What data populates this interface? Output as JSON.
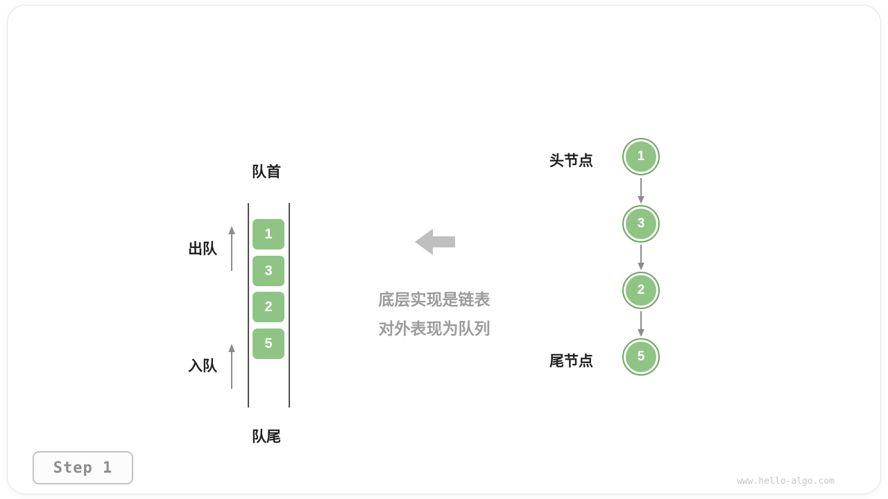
{
  "page": {
    "step_label": "Step 1",
    "watermark": "www.hello-algo.com"
  },
  "queue": {
    "front_label": "队首",
    "rear_label": "队尾",
    "dequeue_label": "出队",
    "enqueue_label": "入队",
    "items": [
      "1",
      "3",
      "2",
      "5"
    ]
  },
  "center": {
    "caption_line1": "底层实现是链表",
    "caption_line2": "对外表现为队列"
  },
  "linked_list": {
    "head_label": "头节点",
    "tail_label": "尾节点",
    "nodes": [
      "1",
      "3",
      "2",
      "5"
    ]
  },
  "theme": {
    "node_green": "#8FC485",
    "node_border_green": "#72A563",
    "arrow_gray": "#8C8C8C",
    "block_arrow_gray": "#BFBFBF",
    "caption_gray": "#9B9B9B",
    "label_black": "#1F1F1F",
    "channel_gray": "#4D4D4D",
    "step_text_gray": "#8C8C8C",
    "watermark_gray": "#C6C6C6"
  }
}
